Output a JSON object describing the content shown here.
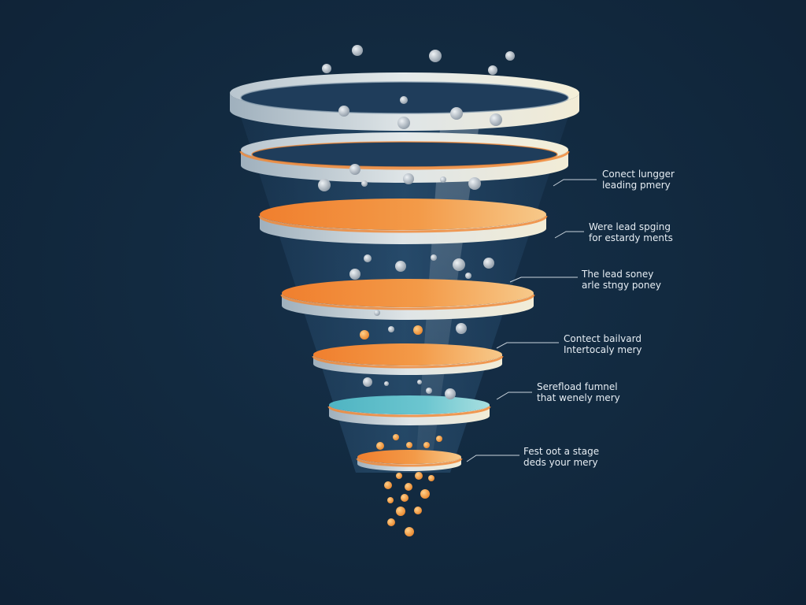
{
  "colors": {
    "background": "#122a40",
    "ring_light": "#e8ebe6",
    "ring_orange": "#f08a3a",
    "ring_teal": "#5fc0cc",
    "bubble_grey": "#c3cbd3",
    "bubble_orange": "#f3a23c",
    "leader_line": "#c9d3dc"
  },
  "stages": [
    {
      "top_color": "#e6eaec",
      "accent": "none"
    },
    {
      "top_color": "#f0ede4",
      "accent": "orange"
    },
    {
      "top_color": "#f08a3a",
      "accent": "orange"
    },
    {
      "top_color": "#f08a3a",
      "accent": "orange"
    },
    {
      "top_color": "#f08a3a",
      "accent": "orange"
    },
    {
      "top_color": "#5fc0cc",
      "accent": "teal"
    },
    {
      "top_color": "#f59a3c",
      "accent": "orange"
    }
  ],
  "labels": [
    {
      "line1": "Conect lungger",
      "line2": "leading pmery"
    },
    {
      "line1": "Were lead spging",
      "line2": "for estardy ments"
    },
    {
      "line1": "The lead soney",
      "line2": "arle stngy poney"
    },
    {
      "line1": "Contect bailvard",
      "line2": "Intertocaly mery"
    },
    {
      "line1": "Serefload fumnel",
      "line2": "that wenely mery"
    },
    {
      "line1": "Fest oot a stage",
      "line2": "deds your mery"
    }
  ]
}
